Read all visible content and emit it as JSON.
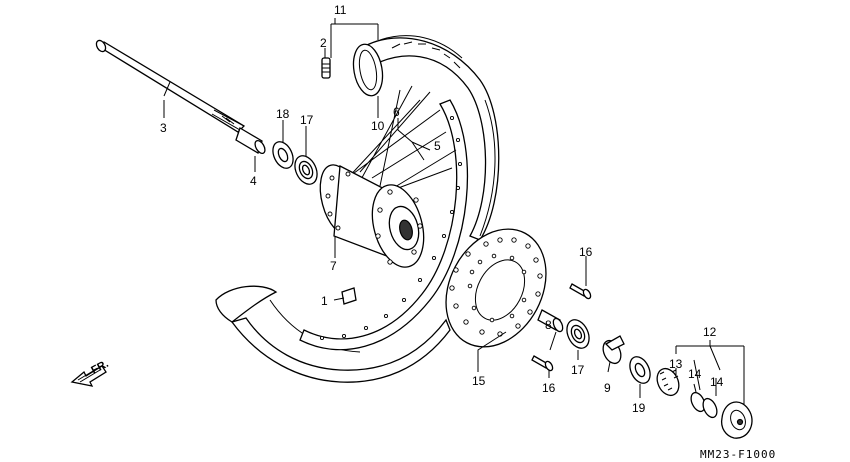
{
  "callouts": [
    "1",
    "2",
    "3",
    "4",
    "5",
    "6",
    "7",
    "8",
    "9",
    "10",
    "11",
    "12",
    "13",
    "14",
    "15",
    "16",
    "17",
    "18",
    "19"
  ],
  "labels": {
    "c1": "1",
    "c2": "2",
    "c3": "3",
    "c4": "4",
    "c5": "5",
    "c6": "6",
    "c7": "7",
    "c8": "8",
    "c9": "9",
    "c10": "10",
    "c11": "11",
    "c12": "12",
    "c13": "13",
    "c14a": "14",
    "c14b": "14",
    "c15": "15",
    "c16a": "16",
    "c16b": "16",
    "c17a": "17",
    "c17b": "17",
    "c18": "18",
    "c19": "19"
  },
  "direction_label": "FR.",
  "figure_code": "MM23-F1000"
}
